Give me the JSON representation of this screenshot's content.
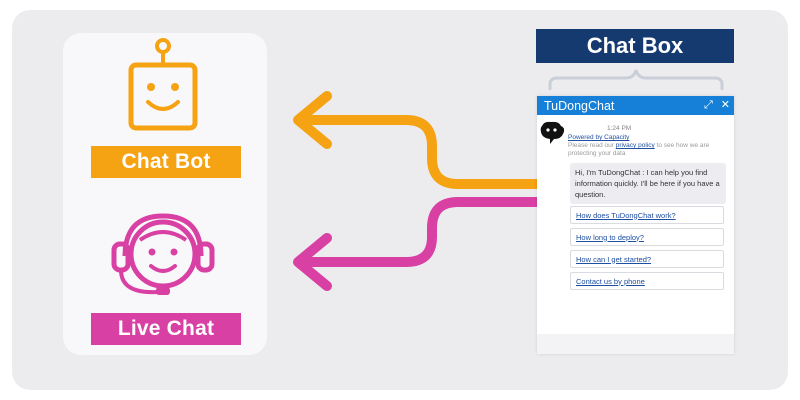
{
  "diagram": {
    "title": "Chat Box",
    "bot_label": "Chat Bot",
    "live_label": "Live Chat"
  },
  "colors": {
    "bot": "#f5a213",
    "live": "#d940a4",
    "header_blue": "#1680d8",
    "title_navy": "#143a70"
  },
  "icons": {
    "bot": "robot-face-icon",
    "live": "headset-agent-icon",
    "avatar": "bot-avatar-icon",
    "expand": "expand-icon",
    "close": "close-icon"
  },
  "chat": {
    "header_title": "TuDongChat",
    "expand_glyph": "⤢",
    "close_glyph": "✕",
    "time": "1:24 PM",
    "powered_by": "Powered by Capacity",
    "privacy_prefix": "Please read our ",
    "privacy_link": "privacy policy",
    "privacy_suffix": " to see how we are protecting your data",
    "greeting": "Hi, I'm TuDongChat : I can help you find information quickly. I'll be here if you have a question.",
    "options": [
      "How does TuDongChat work?",
      "How long to deploy?",
      "How can I get started?",
      "Contact us by phone"
    ]
  }
}
